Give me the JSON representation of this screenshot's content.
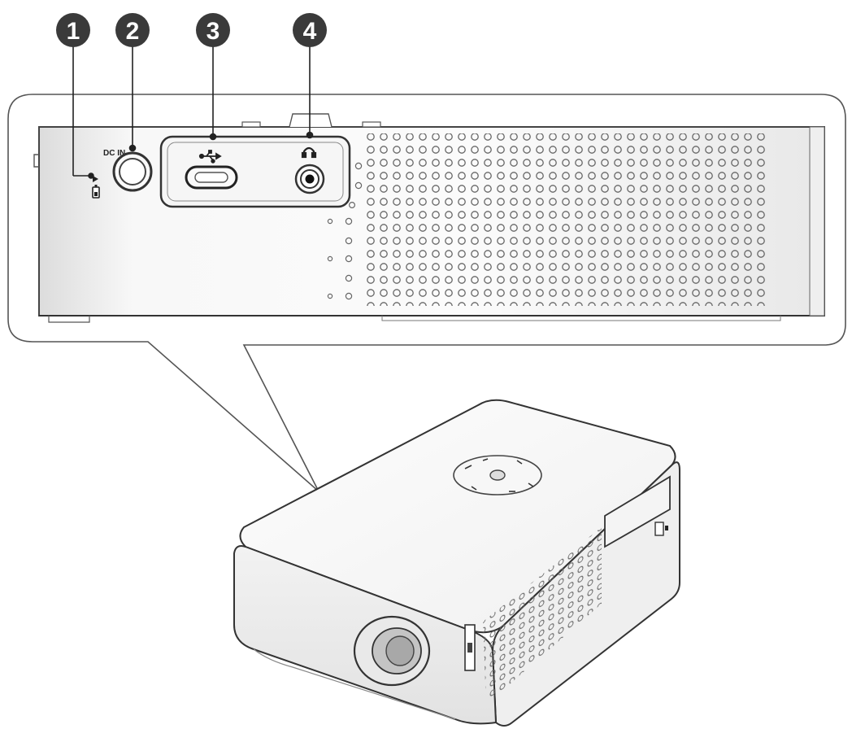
{
  "callouts": [
    {
      "number": "1"
    },
    {
      "number": "2"
    },
    {
      "number": "3"
    },
    {
      "number": "4"
    }
  ],
  "ports": {
    "dc_in_label": "DC IN"
  },
  "colors": {
    "callout_fill": "#3a3a3a",
    "callout_text": "#ffffff",
    "outline": "#444444",
    "panel_light": "#f7f7f7",
    "panel_shadow": "#e4e4e4"
  },
  "icons": [
    "charging-indicator-icon",
    "usb-icon",
    "headphone-icon",
    "zoom-panel",
    "projector-body"
  ]
}
